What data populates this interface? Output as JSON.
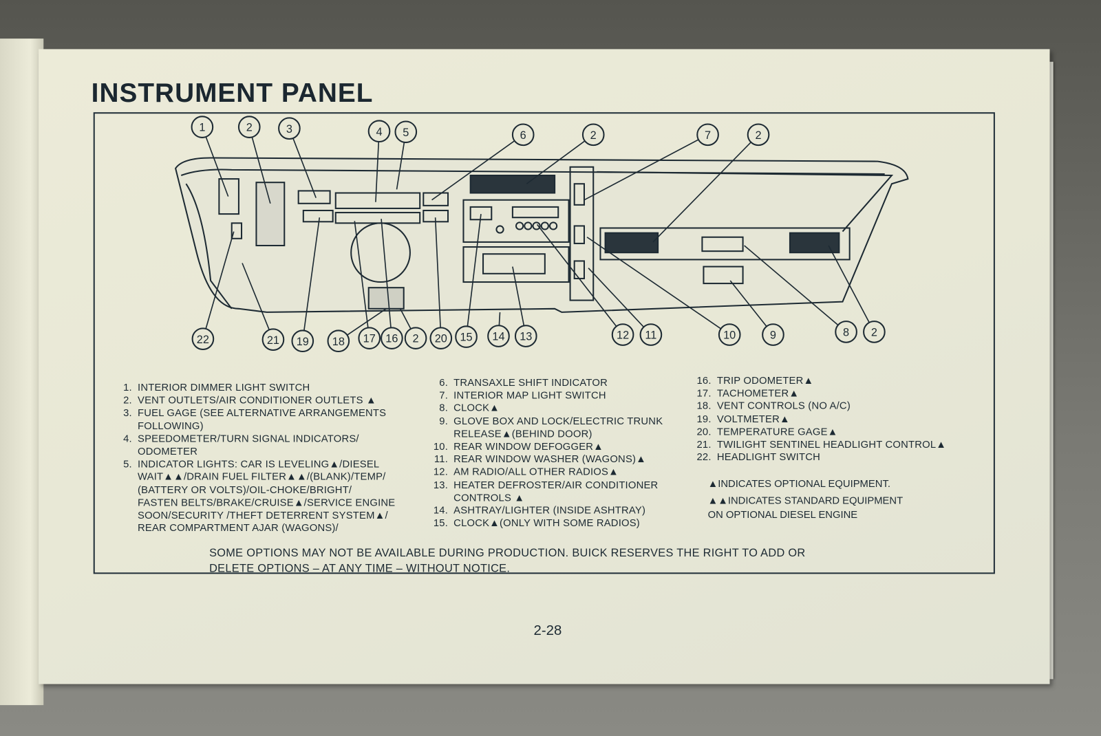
{
  "title": "INSTRUMENT PANEL",
  "callouts": [
    "1",
    "2",
    "3",
    "4",
    "5",
    "6",
    "2",
    "7",
    "2",
    "22",
    "21",
    "19",
    "18",
    "17",
    "16",
    "2",
    "20",
    "15",
    "14",
    "13",
    "12",
    "11",
    "10",
    "9",
    "8",
    "2"
  ],
  "legend": [
    {
      "num": "1.",
      "text": "INTERIOR DIMMER LIGHT SWITCH"
    },
    {
      "num": "2.",
      "text": "VENT OUTLETS/AIR CONDITIONER OUTLETS ▲"
    },
    {
      "num": "3.",
      "text": "FUEL GAGE (SEE ALTERNATIVE ARRANGEMENTS\nFOLLOWING)"
    },
    {
      "num": "4.",
      "text": "SPEEDOMETER/TURN SIGNAL INDICATORS/\nODOMETER"
    },
    {
      "num": "5.",
      "text": "INDICATOR LIGHTS: CAR IS LEVELING▲/DIESEL\nWAIT▲▲/DRAIN FUEL FILTER▲▲/(BLANK)/TEMP/\n(BATTERY OR VOLTS)/OIL-CHOKE/BRIGHT/\nFASTEN BELTS/BRAKE/CRUISE▲/SERVICE ENGINE\nSOON/SECURITY /THEFT DETERRENT SYSTEM▲/\nREAR COMPARTMENT AJAR (WAGONS)/"
    },
    {
      "num": "6.",
      "text": "TRANSAXLE SHIFT INDICATOR"
    },
    {
      "num": "7.",
      "text": "INTERIOR MAP LIGHT SWITCH"
    },
    {
      "num": "8.",
      "text": "CLOCK▲"
    },
    {
      "num": "9.",
      "text": "GLOVE BOX AND LOCK/ELECTRIC TRUNK\nRELEASE▲(BEHIND DOOR)"
    },
    {
      "num": "10.",
      "text": "REAR WINDOW DEFOGGER▲"
    },
    {
      "num": "11.",
      "text": "REAR WINDOW WASHER (WAGONS)▲"
    },
    {
      "num": "12.",
      "text": "AM RADIO/ALL OTHER RADIOS▲"
    },
    {
      "num": "13.",
      "text": "HEATER DEFROSTER/AIR CONDITIONER\nCONTROLS ▲"
    },
    {
      "num": "14.",
      "text": "ASHTRAY/LIGHTER (INSIDE ASHTRAY)"
    },
    {
      "num": "15.",
      "text": "CLOCK▲(ONLY WITH SOME RADIOS)"
    },
    {
      "num": "16.",
      "text": "TRIP ODOMETER▲"
    },
    {
      "num": "17.",
      "text": "TACHOMETER▲"
    },
    {
      "num": "18.",
      "text": "VENT CONTROLS (NO A/C)"
    },
    {
      "num": "19.",
      "text": "VOLTMETER▲"
    },
    {
      "num": "20.",
      "text": "TEMPERATURE GAGE▲"
    },
    {
      "num": "21.",
      "text": "TWILIGHT SENTINEL HEADLIGHT CONTROL▲"
    },
    {
      "num": "22.",
      "text": "HEADLIGHT SWITCH"
    }
  ],
  "notes": [
    "▲INDICATES OPTIONAL EQUIPMENT.",
    "▲▲INDICATES STANDARD EQUIPMENT\n     ON OPTIONAL DIESEL ENGINE"
  ],
  "notice": "SOME OPTIONS MAY NOT BE AVAILABLE DURING PRODUCTION.    BUICK RESERVES THE RIGHT TO ADD OR\nDELETE OPTIONS – AT ANY TIME – WITHOUT NOTICE.",
  "page_number": "2-28"
}
